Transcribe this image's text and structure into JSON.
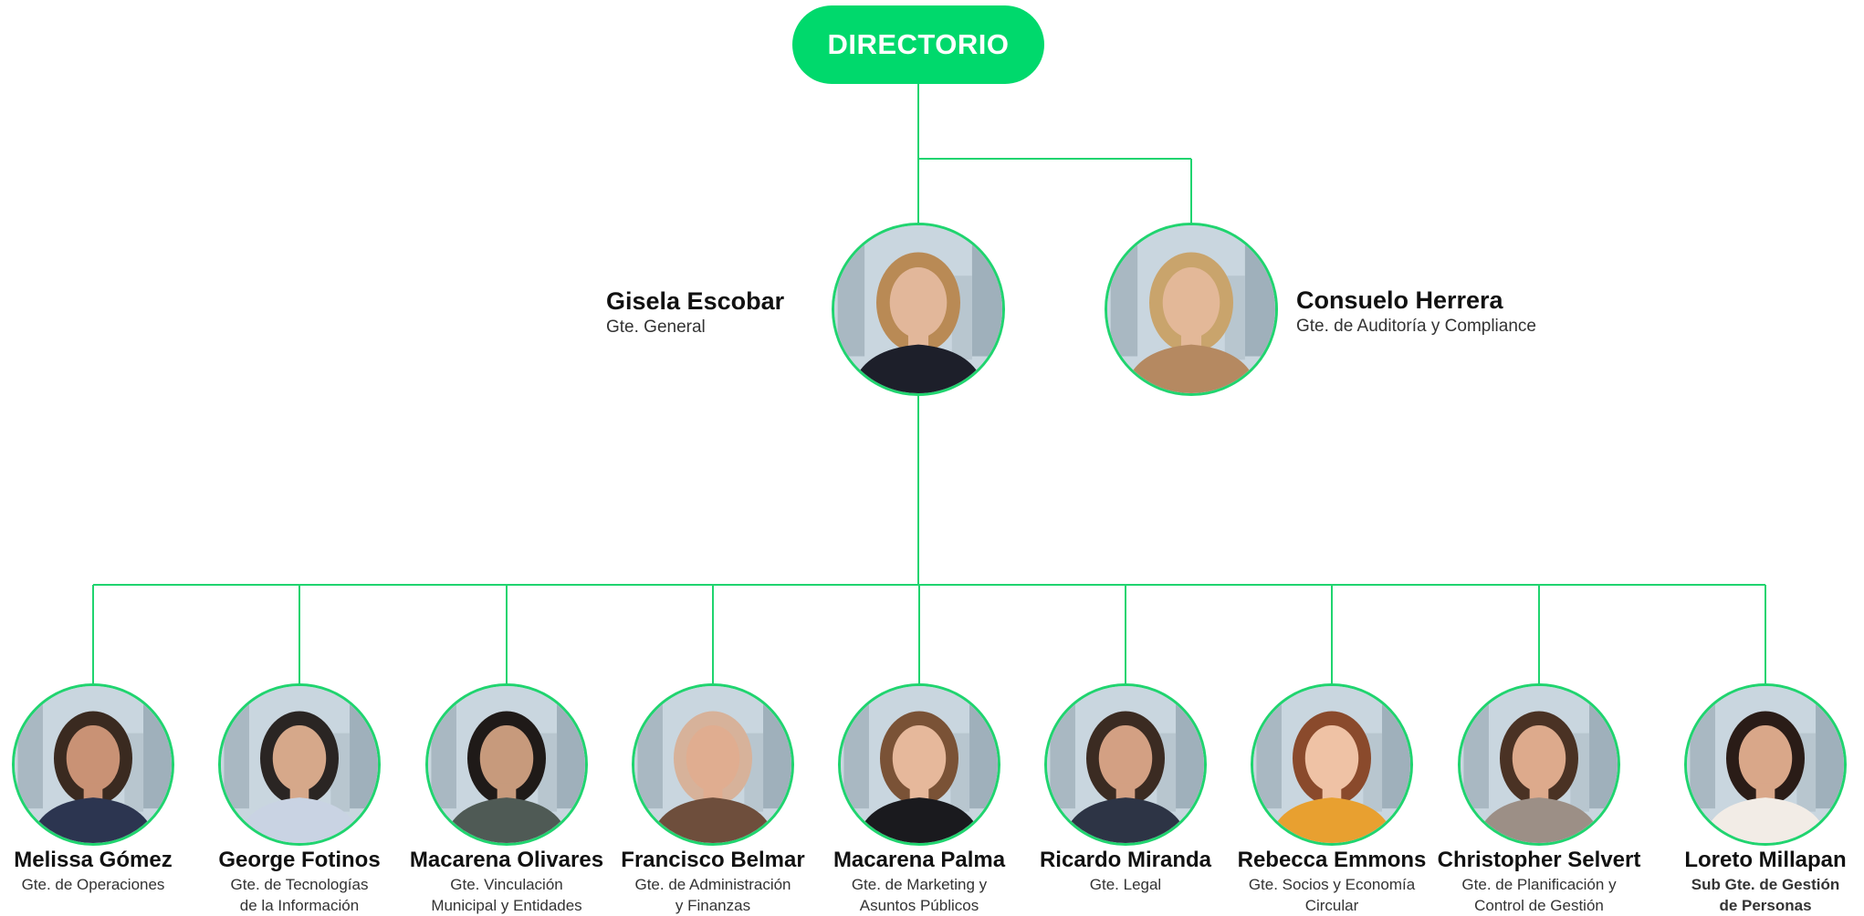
{
  "board": {
    "label": "DIRECTORIO"
  },
  "executives": [
    {
      "name": "Gisela Escobar",
      "role": "Gte. General",
      "photo": "portrait",
      "hair": "#b98a55",
      "shirt": "#1d1f2a",
      "skin": "#e2b79a"
    },
    {
      "name": "Consuelo Herrera",
      "role": "Gte. de Auditoría y Compliance",
      "photo": "portrait",
      "hair": "#c9a46c",
      "shirt": "#b58961",
      "skin": "#e3b898"
    }
  ],
  "managers": [
    {
      "name": "Melissa Gómez",
      "role": "Gte. de Operaciones",
      "photo": "portrait",
      "hair": "#3a2a20",
      "shirt": "#2c3550",
      "skin": "#c99275"
    },
    {
      "name": "George Fotinos",
      "role": "Gte. de Tecnologías\nde la Información",
      "photo": "portrait",
      "hair": "#2a2523",
      "shirt": "#c9d3e3",
      "skin": "#d6a88a"
    },
    {
      "name": "Macarena Olivares",
      "role": "Gte. Vinculación\nMunicipal y Entidades",
      "photo": "portrait",
      "hair": "#1f1a18",
      "shirt": "#4f5a55",
      "skin": "#c79a7c"
    },
    {
      "name": "Francisco Belmar",
      "role": "Gte. de Administración\ny Finanzas",
      "photo": "portrait",
      "hair": "#d7b29a",
      "shirt": "#6e4e3c",
      "skin": "#e0ad90"
    },
    {
      "name": "Macarena Palma",
      "role": "Gte. de Marketing y\nAsuntos Públicos",
      "photo": "portrait",
      "hair": "#7a5236",
      "shirt": "#1a1a1e",
      "skin": "#e6b89b"
    },
    {
      "name": "Ricardo Miranda",
      "role": "Gte. Legal",
      "photo": "portrait",
      "hair": "#3b2b22",
      "shirt": "#2d3445",
      "skin": "#d3a083"
    },
    {
      "name": "Rebecca Emmons",
      "role": "Gte. Socios y Economía\nCircular",
      "photo": "portrait",
      "hair": "#8a4a2c",
      "shirt": "#e8a030",
      "skin": "#efc2a5"
    },
    {
      "name": "Christopher Selvert",
      "role": "Gte. de Planificación y\nControl de Gestión",
      "photo": "portrait",
      "hair": "#4a3224",
      "shirt": "#9c8f86",
      "skin": "#ddaa8c"
    },
    {
      "name": "Loreto Millapan",
      "role": "Sub Gte. de Gestión\nde Personas",
      "photo": "portrait",
      "hair": "#2a1c17",
      "shirt": "#f2ece6",
      "skin": "#d9a789"
    }
  ],
  "colors": {
    "accent": "#00d96c",
    "line": "#20d46f"
  }
}
